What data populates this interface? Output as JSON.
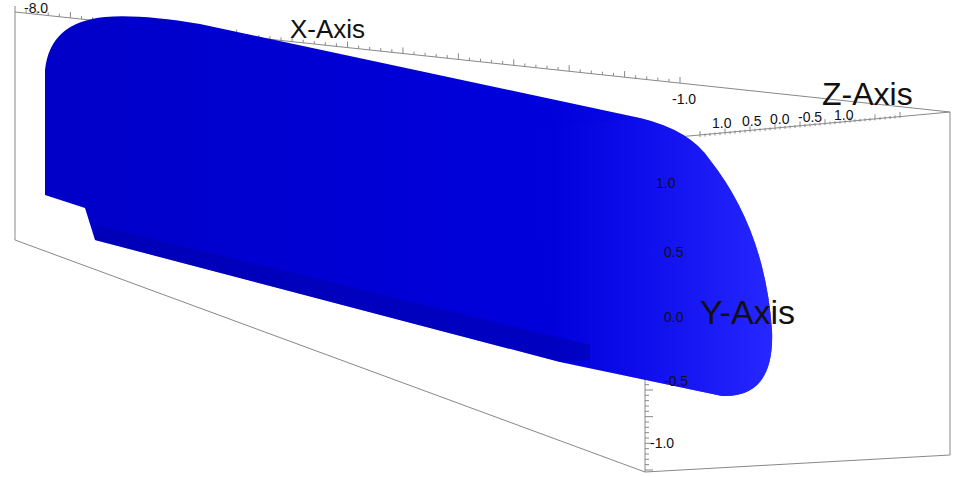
{
  "diagram": {
    "labels": [
      "X-Axis",
      "Z-Axis",
      "Y-Axis",
      "-8.0",
      "-1.0",
      "1.0",
      "0.5",
      "0.0",
      "-0.5",
      "1.0",
      "1.0",
      "0.5",
      "0.0",
      "-0.5",
      "-1.0"
    ]
  }
}
